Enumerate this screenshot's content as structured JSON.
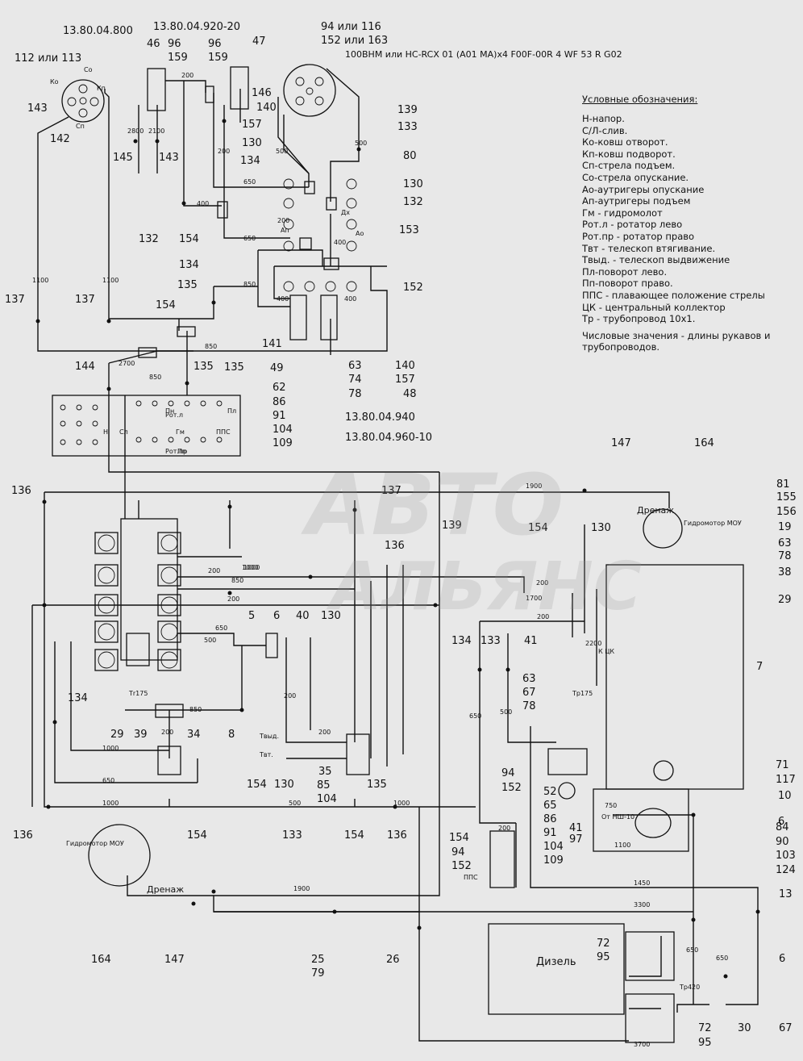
{
  "legend": {
    "title": "Условные обозначения:",
    "items": [
      "Н-напор.",
      "С/Л-слив.",
      "Ко-ковш отворот.",
      "Кп-ковш подворот.",
      "Сп-стрела подъем.",
      "Со-стрела опускание.",
      "Ао-аутригеры опускание",
      "Ап-аутригеры подъем",
      "Гм - гидромолот",
      "Рот.л - ротатор лево",
      "Рот.пр - ротатор право",
      "Твт - телескоп втягивание.",
      "Твыд. - телескоп выдвижение",
      "Пл-поворот лево.",
      "Пп-поворот право.",
      "ППС - плавающее положение стрелы",
      "ЦК - центральный коллектор",
      "Тр - трубопровод 10х1."
    ],
    "note": "Числовые значения - длины рукавов и трубопроводов."
  },
  "top_labels": {
    "part_800": "13.80.04.800",
    "part_920": "13.80.04.920-20",
    "part_94": "94 или 116",
    "part_152": "152 или 163",
    "valve": "100ВНМ или НС-RCX 01 (А01 МА)х4 F00F-00R 4 WF 53 R G02",
    "part_112": "112 или 113",
    "part_940": "13.80.04.940",
    "part_960": "13.80.04.960-10"
  },
  "watermark": {
    "line1": "АВТО",
    "line2": "АЛЬЯНС"
  },
  "components": {
    "diesel": "Дизель",
    "motor": "Гидромотор МОУ",
    "drain": "Дренаж",
    "from_pump": "От НШ-10",
    "pps": "ППС"
  },
  "callouts": [
    {
      "t": "46"
    },
    {
      "t": "96"
    },
    {
      "t": "159"
    },
    {
      "t": "96"
    },
    {
      "t": "159"
    },
    {
      "t": "47"
    },
    {
      "t": "143"
    },
    {
      "t": "142"
    },
    {
      "t": "145"
    },
    {
      "t": "143"
    },
    {
      "t": "146"
    },
    {
      "t": "157"
    },
    {
      "t": "140"
    },
    {
      "t": "130"
    },
    {
      "t": "139"
    },
    {
      "t": "133"
    },
    {
      "t": "80"
    },
    {
      "t": "134"
    },
    {
      "t": "130"
    },
    {
      "t": "132"
    },
    {
      "t": "132"
    },
    {
      "t": "154"
    },
    {
      "t": "153"
    },
    {
      "t": "134"
    },
    {
      "t": "135"
    },
    {
      "t": "152"
    },
    {
      "t": "137"
    },
    {
      "t": "137"
    },
    {
      "t": "154"
    },
    {
      "t": "141"
    },
    {
      "t": "49"
    },
    {
      "t": "140"
    },
    {
      "t": "63"
    },
    {
      "t": "74"
    },
    {
      "t": "78"
    },
    {
      "t": "157"
    },
    {
      "t": "48"
    },
    {
      "t": "144"
    },
    {
      "t": "135"
    },
    {
      "t": "135"
    },
    {
      "t": "62"
    },
    {
      "t": "86"
    },
    {
      "t": "91"
    },
    {
      "t": "104"
    },
    {
      "t": "109"
    },
    {
      "t": "147"
    },
    {
      "t": "164"
    },
    {
      "t": "136"
    },
    {
      "t": "137"
    },
    {
      "t": "136"
    },
    {
      "t": "139"
    },
    {
      "t": "154"
    },
    {
      "t": "130"
    },
    {
      "t": "81"
    },
    {
      "t": "155"
    },
    {
      "t": "156"
    },
    {
      "t": "19"
    },
    {
      "t": "63"
    },
    {
      "t": "78"
    },
    {
      "t": "38"
    },
    {
      "t": "29"
    },
    {
      "t": "5"
    },
    {
      "t": "6"
    },
    {
      "t": "40"
    },
    {
      "t": "130"
    },
    {
      "t": "134"
    },
    {
      "t": "133"
    },
    {
      "t": "41"
    },
    {
      "t": "63"
    },
    {
      "t": "67"
    },
    {
      "t": "78"
    },
    {
      "t": "7"
    },
    {
      "t": "134"
    },
    {
      "t": "29"
    },
    {
      "t": "39"
    },
    {
      "t": "34"
    },
    {
      "t": "8"
    },
    {
      "t": "154"
    },
    {
      "t": "130"
    },
    {
      "t": "35"
    },
    {
      "t": "85"
    },
    {
      "t": "104"
    },
    {
      "t": "135"
    },
    {
      "t": "94"
    },
    {
      "t": "152"
    },
    {
      "t": "52"
    },
    {
      "t": "65"
    },
    {
      "t": "86"
    },
    {
      "t": "91"
    },
    {
      "t": "104"
    },
    {
      "t": "109"
    },
    {
      "t": "41"
    },
    {
      "t": "97"
    },
    {
      "t": "71"
    },
    {
      "t": "117"
    },
    {
      "t": "10"
    },
    {
      "t": "6"
    },
    {
      "t": "84"
    },
    {
      "t": "90"
    },
    {
      "t": "103"
    },
    {
      "t": "124"
    },
    {
      "t": "136"
    },
    {
      "t": "154"
    },
    {
      "t": "133"
    },
    {
      "t": "154"
    },
    {
      "t": "136"
    },
    {
      "t": "154"
    },
    {
      "t": "94"
    },
    {
      "t": "152"
    },
    {
      "t": "164"
    },
    {
      "t": "147"
    },
    {
      "t": "25"
    },
    {
      "t": "79"
    },
    {
      "t": "26"
    },
    {
      "t": "13"
    },
    {
      "t": "72"
    },
    {
      "t": "95"
    },
    {
      "t": "6"
    },
    {
      "t": "30"
    },
    {
      "t": "67"
    },
    {
      "t": "72"
    },
    {
      "t": "95"
    }
  ],
  "lengths": [
    "2800",
    "2100",
    "200",
    "200",
    "650",
    "400",
    "650",
    "500",
    "500",
    "200",
    "400",
    "850",
    "400",
    "400",
    "1100",
    "1100",
    "2700",
    "850",
    "850",
    "1900",
    "1700",
    "200",
    "1000",
    "200",
    "850",
    "650",
    "500",
    "850",
    "1000",
    "650",
    "200",
    "200",
    "1000",
    "500",
    "1000",
    "1900",
    "3300",
    "3700",
    "1450",
    "650",
    "650",
    "650",
    "500",
    "200",
    "1100",
    "750",
    "2200",
    "1000",
    "200",
    "200",
    "200"
  ],
  "port_labels": [
    "Ко",
    "Кп",
    "Сп",
    "Со",
    "Тr175",
    "Тр175",
    "Тр420",
    "Н",
    "Сл",
    "Гм",
    "ППС",
    "Дх",
    "Ап",
    "Ао",
    "Твыд.",
    "Твт.",
    "Рот.л",
    "Рот.пр",
    "Пл",
    "Пп",
    "Пн",
    "К ЦК"
  ]
}
